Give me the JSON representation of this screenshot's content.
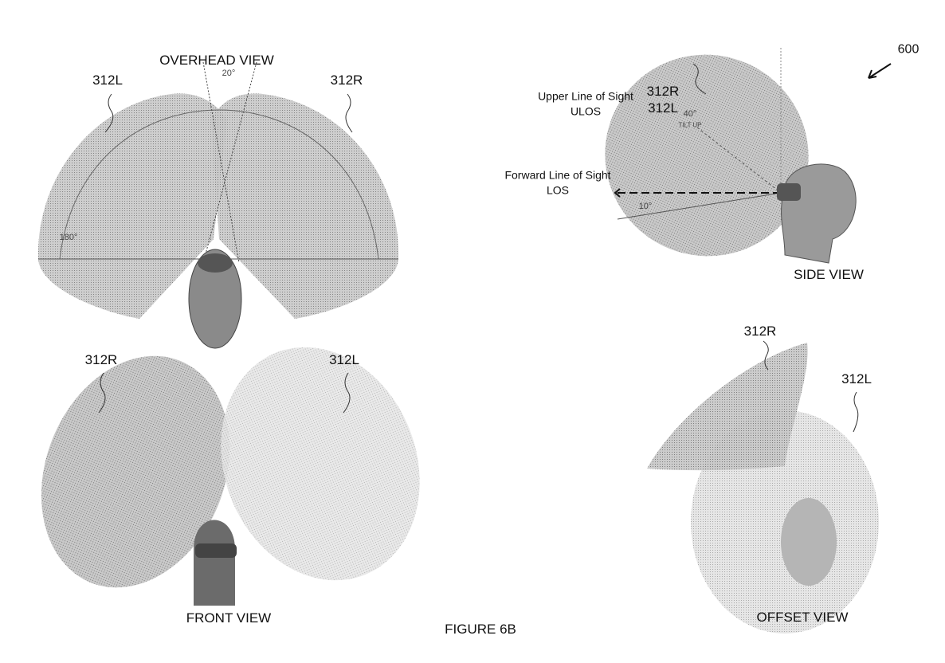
{
  "figure_title": "FIGURE 6B",
  "reference_number": "600",
  "overhead_view": {
    "title": "OVERHEAD VIEW",
    "left_label": "312L",
    "right_label": "312R",
    "angle_top": "20°",
    "angle_side": "180°"
  },
  "front_view": {
    "title": "FRONT VIEW",
    "left_label": "312R",
    "right_label": "312L"
  },
  "side_view": {
    "title": "SIDE VIEW",
    "label_line1": "312R",
    "label_line2": "312L",
    "upper_los_line1": "Upper Line of Sight",
    "upper_los_line2": "ULOS",
    "forward_los_line1": "Forward Line of Sight",
    "forward_los_line2": "LOS",
    "angle_up": "40°",
    "angle_up_caption": "TILT UP",
    "angle_down": "10°"
  },
  "offset_view": {
    "title": "OFFSET VIEW",
    "label_r": "312R",
    "label_l": "312L"
  }
}
